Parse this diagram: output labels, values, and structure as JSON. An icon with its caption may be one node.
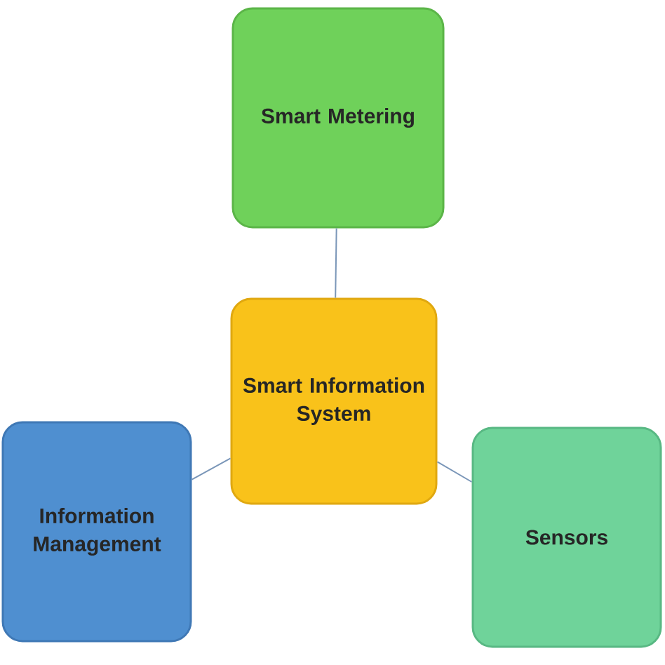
{
  "diagram": {
    "nodes": [
      {
        "text": [
          "Smart Metering"
        ]
      },
      {
        "text": [
          "Smart Information System"
        ]
      },
      {
        "text": [
          "Information Management"
        ]
      },
      {
        "text": [
          "Sensors"
        ]
      }
    ],
    "edges": [
      {
        "from": 0,
        "to": 1,
        "arrow": "none"
      },
      {
        "from": 1,
        "to": 2,
        "arrow": "none"
      },
      {
        "from": 1,
        "to": 3,
        "arrow": "none"
      }
    ]
  }
}
